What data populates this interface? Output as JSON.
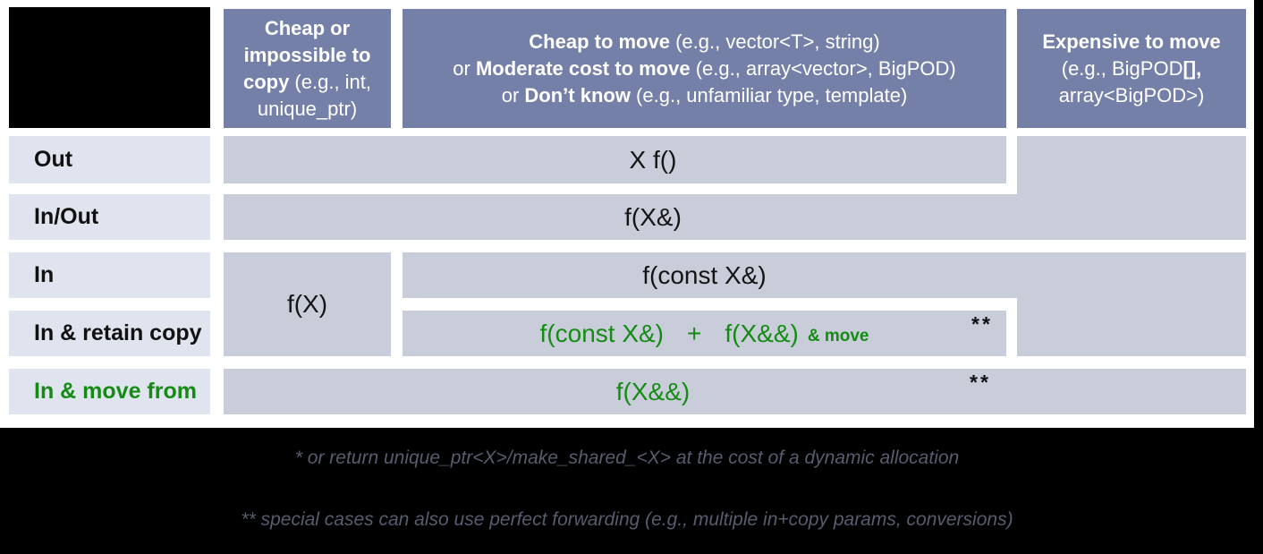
{
  "header": {
    "col_cheap_copy": {
      "bold": "Cheap or impossible to copy",
      "normal": " (e.g., int, unique_ptr)"
    },
    "col_cheap_move": {
      "line1": {
        "pre": "",
        "bold": "Cheap to move",
        "post": " (e.g., vector<T>, string)"
      },
      "line2": {
        "pre": "or ",
        "bold": "Moderate cost to move",
        "post": " (e.g., array<vector>, BigPOD)"
      },
      "line3": {
        "pre": "or ",
        "bold": "Don’t know",
        "post": " (e.g., unfamiliar type, template)"
      }
    },
    "col_expensive": {
      "bold": "Expensive to move",
      "normal_a": "(e.g., BigPOD",
      "bold_b": "[],",
      "normal_c": " array<BigPOD>)"
    }
  },
  "rows": {
    "out": "Out",
    "inout": "In/Out",
    "in": "In",
    "retain": "In & retain copy",
    "movefrom": "In & move from"
  },
  "cells": {
    "out": "X f()",
    "inout": "f(X&)",
    "cheap_copy_in": "f(X)",
    "in": "f(const X&)",
    "retain_a": "f(const X&)",
    "retain_plus": "+",
    "retain_b": "f(X&&)",
    "retain_move": "& move",
    "retain_stars": "**",
    "movefrom": "f(X&&)",
    "movefrom_stars": "**"
  },
  "footnotes": {
    "note1": "* or return unique_ptr<X>/make_shared_<X> at the cost of a dynamic allocation",
    "note2": "** special cases can also use perfect forwarding (e.g., multiple in+copy params, conversions)"
  },
  "colors": {
    "header_bg": "#7580a8",
    "cell_bg": "#c9cdda",
    "label_bg": "#e0e4ee",
    "green": "#148c14",
    "footnote_text": "#575c6f",
    "page_bg": "#000000",
    "table_area_bg": "#ffffff"
  }
}
